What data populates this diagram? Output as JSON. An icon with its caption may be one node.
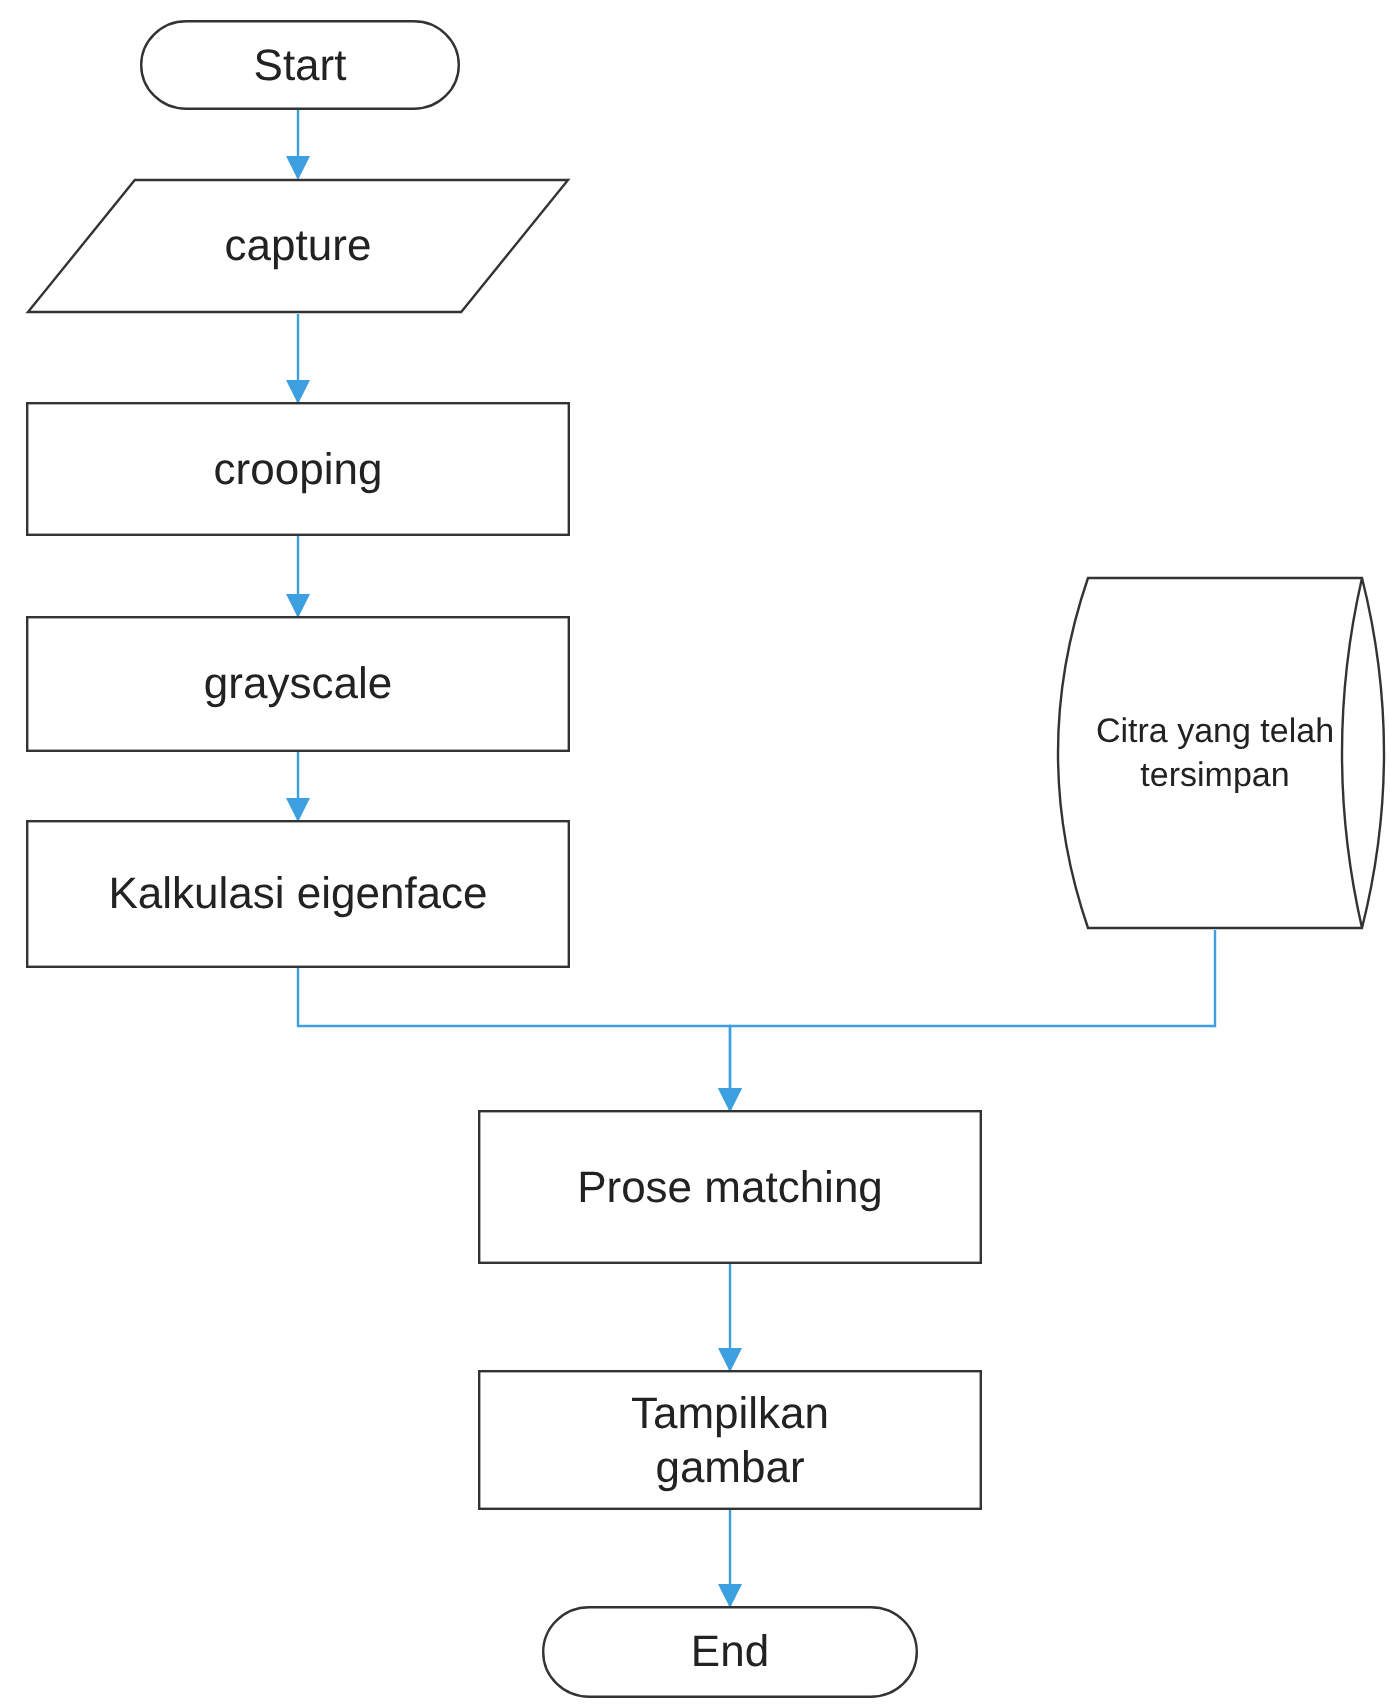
{
  "diagram": {
    "nodes": [
      {
        "text": [
          "Start"
        ]
      },
      {
        "text": [
          "capture"
        ]
      },
      {
        "text": [
          "crooping"
        ]
      },
      {
        "text": [
          "grayscale"
        ]
      },
      {
        "text": [
          "Kalkulasi eigenface"
        ]
      },
      {
        "text": [
          "Citra yang telah tersimpan"
        ]
      },
      {
        "text": [
          "Prose matching"
        ]
      },
      {
        "text": [
          "Tampilkan gambar"
        ]
      },
      {
        "text": [
          "End"
        ]
      }
    ],
    "edges": [
      {
        "from": 0,
        "to": 1,
        "arrow": "to"
      },
      {
        "from": 1,
        "to": 2,
        "arrow": "to"
      },
      {
        "from": 2,
        "to": 3,
        "arrow": "to"
      },
      {
        "from": 3,
        "to": 4,
        "arrow": "to"
      },
      {
        "from": 4,
        "to": 6,
        "arrow": "to"
      },
      {
        "from": 5,
        "to": 6,
        "arrow": "to"
      },
      {
        "from": 6,
        "to": 7,
        "arrow": "to"
      },
      {
        "from": 7,
        "to": 8,
        "arrow": "to"
      }
    ]
  }
}
